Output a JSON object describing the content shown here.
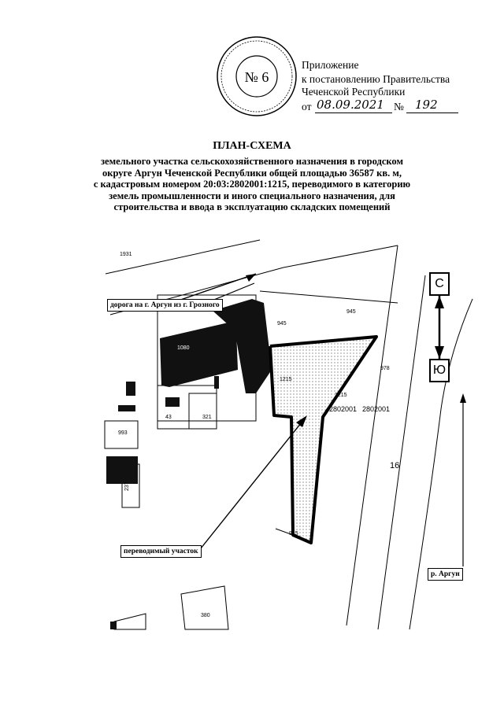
{
  "seal": {
    "text": "№ 6"
  },
  "header": {
    "line1": "Приложение",
    "line2": "к постановлению Правительства",
    "line3": "Чеченской Республики",
    "date_prefix": "от",
    "date_value": "08.09.2021",
    "number_prefix": "№",
    "number_value": "192"
  },
  "title": {
    "main": "ПЛАН-СХЕМА",
    "lines": [
      "земельного участка сельскохозяйственного назначения в городском",
      "округе Аргун Чеченской Республики общей площадью 36587 кв. м,",
      "с кадастровым номером 20:03:2802001:1215, переводимого в категорию",
      "земель промышленности и иного специального назначения, для",
      "строительства и ввода в эксплуатацию складских помещений"
    ]
  },
  "map": {
    "labels": {
      "road": "дорога на г. Аргун из г. Грозного",
      "parcel": "переводимый участок",
      "river": "р. Аргун"
    },
    "directions": {
      "north": "С",
      "south": "Ю"
    },
    "parcel_numbers": {
      "p1931": "1931",
      "p1080": "1080",
      "p945a": "945",
      "p945b": "945",
      "p945c": "945",
      "p1215a": "1215",
      "p1215b": "1215",
      "p978": "978",
      "p2802001a": "2802001",
      "p2802001b": "2802001",
      "p16": "16",
      "p321": "321",
      "p43": "43",
      "p993": "993",
      "p237": "237",
      "p380": "380"
    }
  }
}
